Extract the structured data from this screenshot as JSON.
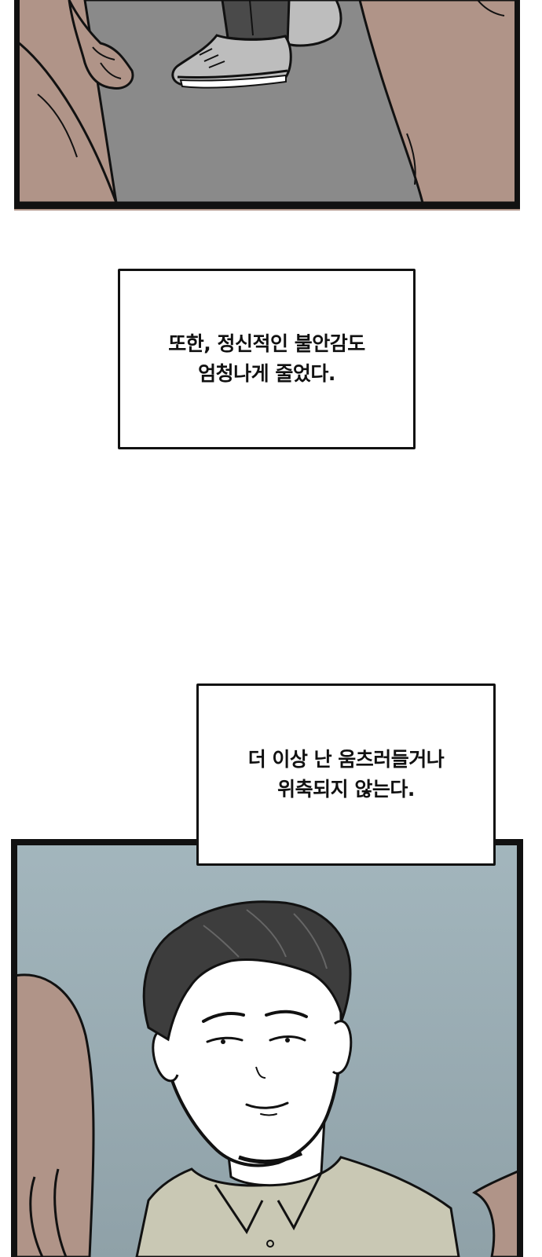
{
  "captions": {
    "first": {
      "line1": "또한, 정신적인 불안감도",
      "line2": "엄청나게 줄었다."
    },
    "second": {
      "line1": "더 이상 난 움츠러들거나",
      "line2": "위축되지 않는다."
    }
  },
  "colors": {
    "border": "#111111",
    "floor": "#8a8a8a",
    "skin_brown": "#b09488",
    "sky_blue": "#9fb3ba",
    "hair": "#3d3d3d",
    "shirt": "#c9c8b4",
    "face": "#ffffff"
  },
  "panels": {
    "top": {
      "icon": "street-feet-scene"
    },
    "bottom": {
      "icon": "smirking-man-portrait"
    }
  }
}
